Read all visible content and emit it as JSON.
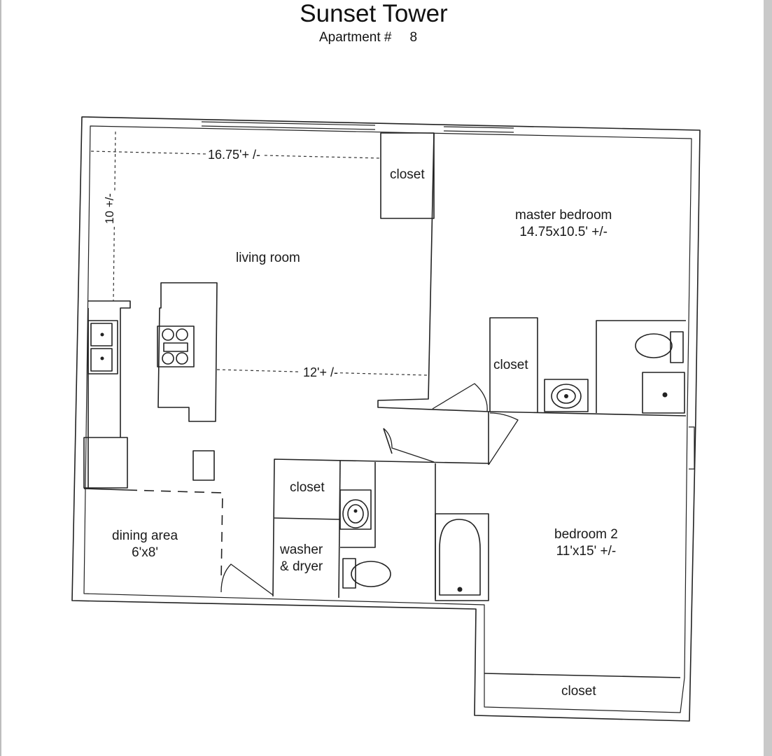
{
  "header": {
    "title": "Sunset Tower",
    "apartment_label": "Apartment #",
    "apartment_number": "8"
  },
  "rooms": {
    "closet_living": "closet",
    "living_room": "living room",
    "master_bedroom": "master bedroom",
    "master_bedroom_size": "14.75x10.5' +/-",
    "closet_master": "closet",
    "closet_hall": "closet",
    "washer_dryer_line1": "washer",
    "washer_dryer_line2": "& dryer",
    "dining_area": "dining area",
    "dining_area_size": "6'x8'",
    "bedroom2": "bedroom 2",
    "bedroom2_size": "11'x15' +/-",
    "closet_bedroom2": "closet"
  },
  "dimensions": {
    "living_width": "16.75'+ /-",
    "living_height": "10 +/-",
    "kitchen_width": "12'+ /-"
  }
}
